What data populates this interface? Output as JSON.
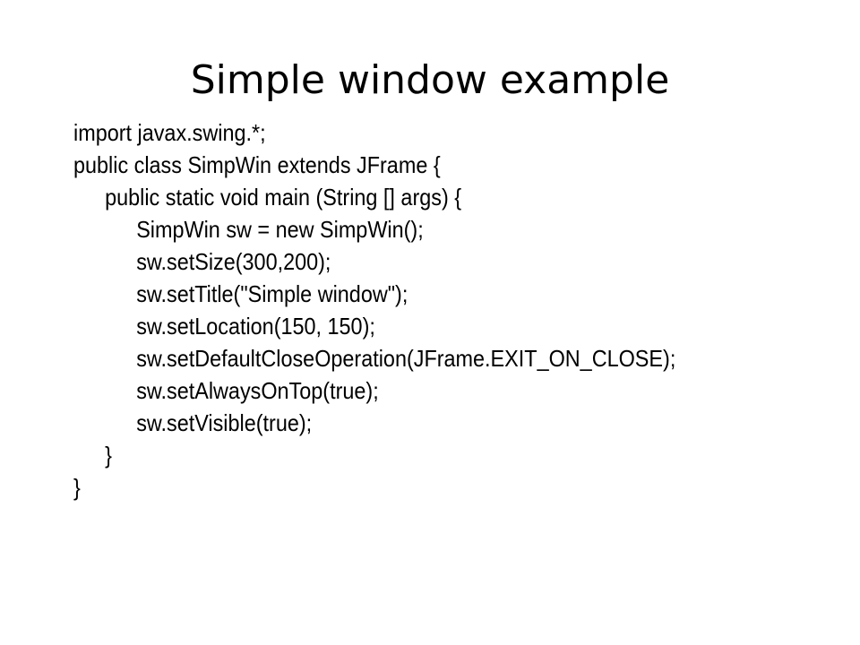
{
  "slide": {
    "title": "Simple window example",
    "code_lines": [
      "import javax.swing.*;",
      "public class SimpWin extends JFrame {",
      "public static void main (String [] args) {",
      "SimpWin sw = new SimpWin();",
      "sw.setSize(300,200);",
      "sw.setTitle(\"Simple window\");",
      "sw.setLocation(150, 150);",
      "sw.setDefaultCloseOperation(JFrame.EXIT_ON_CLOSE);",
      "sw.setAlwaysOnTop(true);",
      "sw.setVisible(true);",
      "}",
      "}"
    ]
  }
}
